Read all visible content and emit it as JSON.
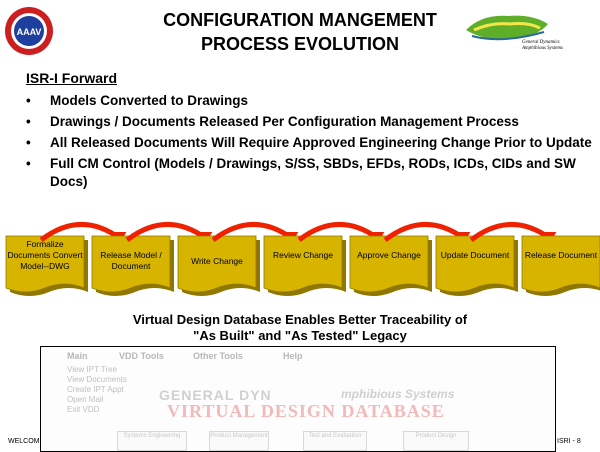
{
  "title": {
    "line1": "CONFIGURATION MANGEMENT",
    "line2": "PROCESS EVOLUTION"
  },
  "logos": {
    "left_text": "AAAV",
    "right_caption_line1": "General Dynamics",
    "right_caption_line2": "Amphibious Systems"
  },
  "section_heading": "ISR-I Forward",
  "bullets": [
    "Models Converted to Drawings",
    "Drawings / Documents Released Per Configuration Management Process",
    "All Released Documents Will Require Approved Engineering Change Prior to Update",
    "Full CM Control (Models / Drawings, S/SS, SBDs, EFDs, RODs, ICDs, CIDs and SW Docs)"
  ],
  "bullet_glyph": "•",
  "process_steps": [
    {
      "label": "Formalize Documents Convert Model--DWG"
    },
    {
      "label": "Release Model / Document"
    },
    {
      "label": "Write Change"
    },
    {
      "label": "Review Change"
    },
    {
      "label": "Approve Change"
    },
    {
      "label": "Update Document"
    },
    {
      "label": "Release Document"
    }
  ],
  "colors": {
    "box_fill": "#d6b400",
    "box_shadow": "#8f7700",
    "arrow": "#ee2200"
  },
  "vdd_statement": {
    "line1": "Virtual Design Database Enables Better Traceability of",
    "line2": "\"As Built\" and \"As Tested\" Legacy"
  },
  "screenshot": {
    "menu": [
      "Main",
      "VDD Tools",
      "Other Tools",
      "Help"
    ],
    "submenu": [
      "View IPT Tree",
      "View Documents",
      "Create IPT Appt",
      "Open Mail",
      "Exit VDD"
    ],
    "brand": "GENERAL DYN",
    "brand_suffix": "mphibious Systems",
    "banner": "VIRTUAL DESIGN DATABASE",
    "thumbnails": [
      "Systems Engineering",
      "Product Management",
      "Test and Evaluation",
      "Product Design"
    ]
  },
  "footer": {
    "left": "WELCOM",
    "right": "ISRI - 8"
  }
}
